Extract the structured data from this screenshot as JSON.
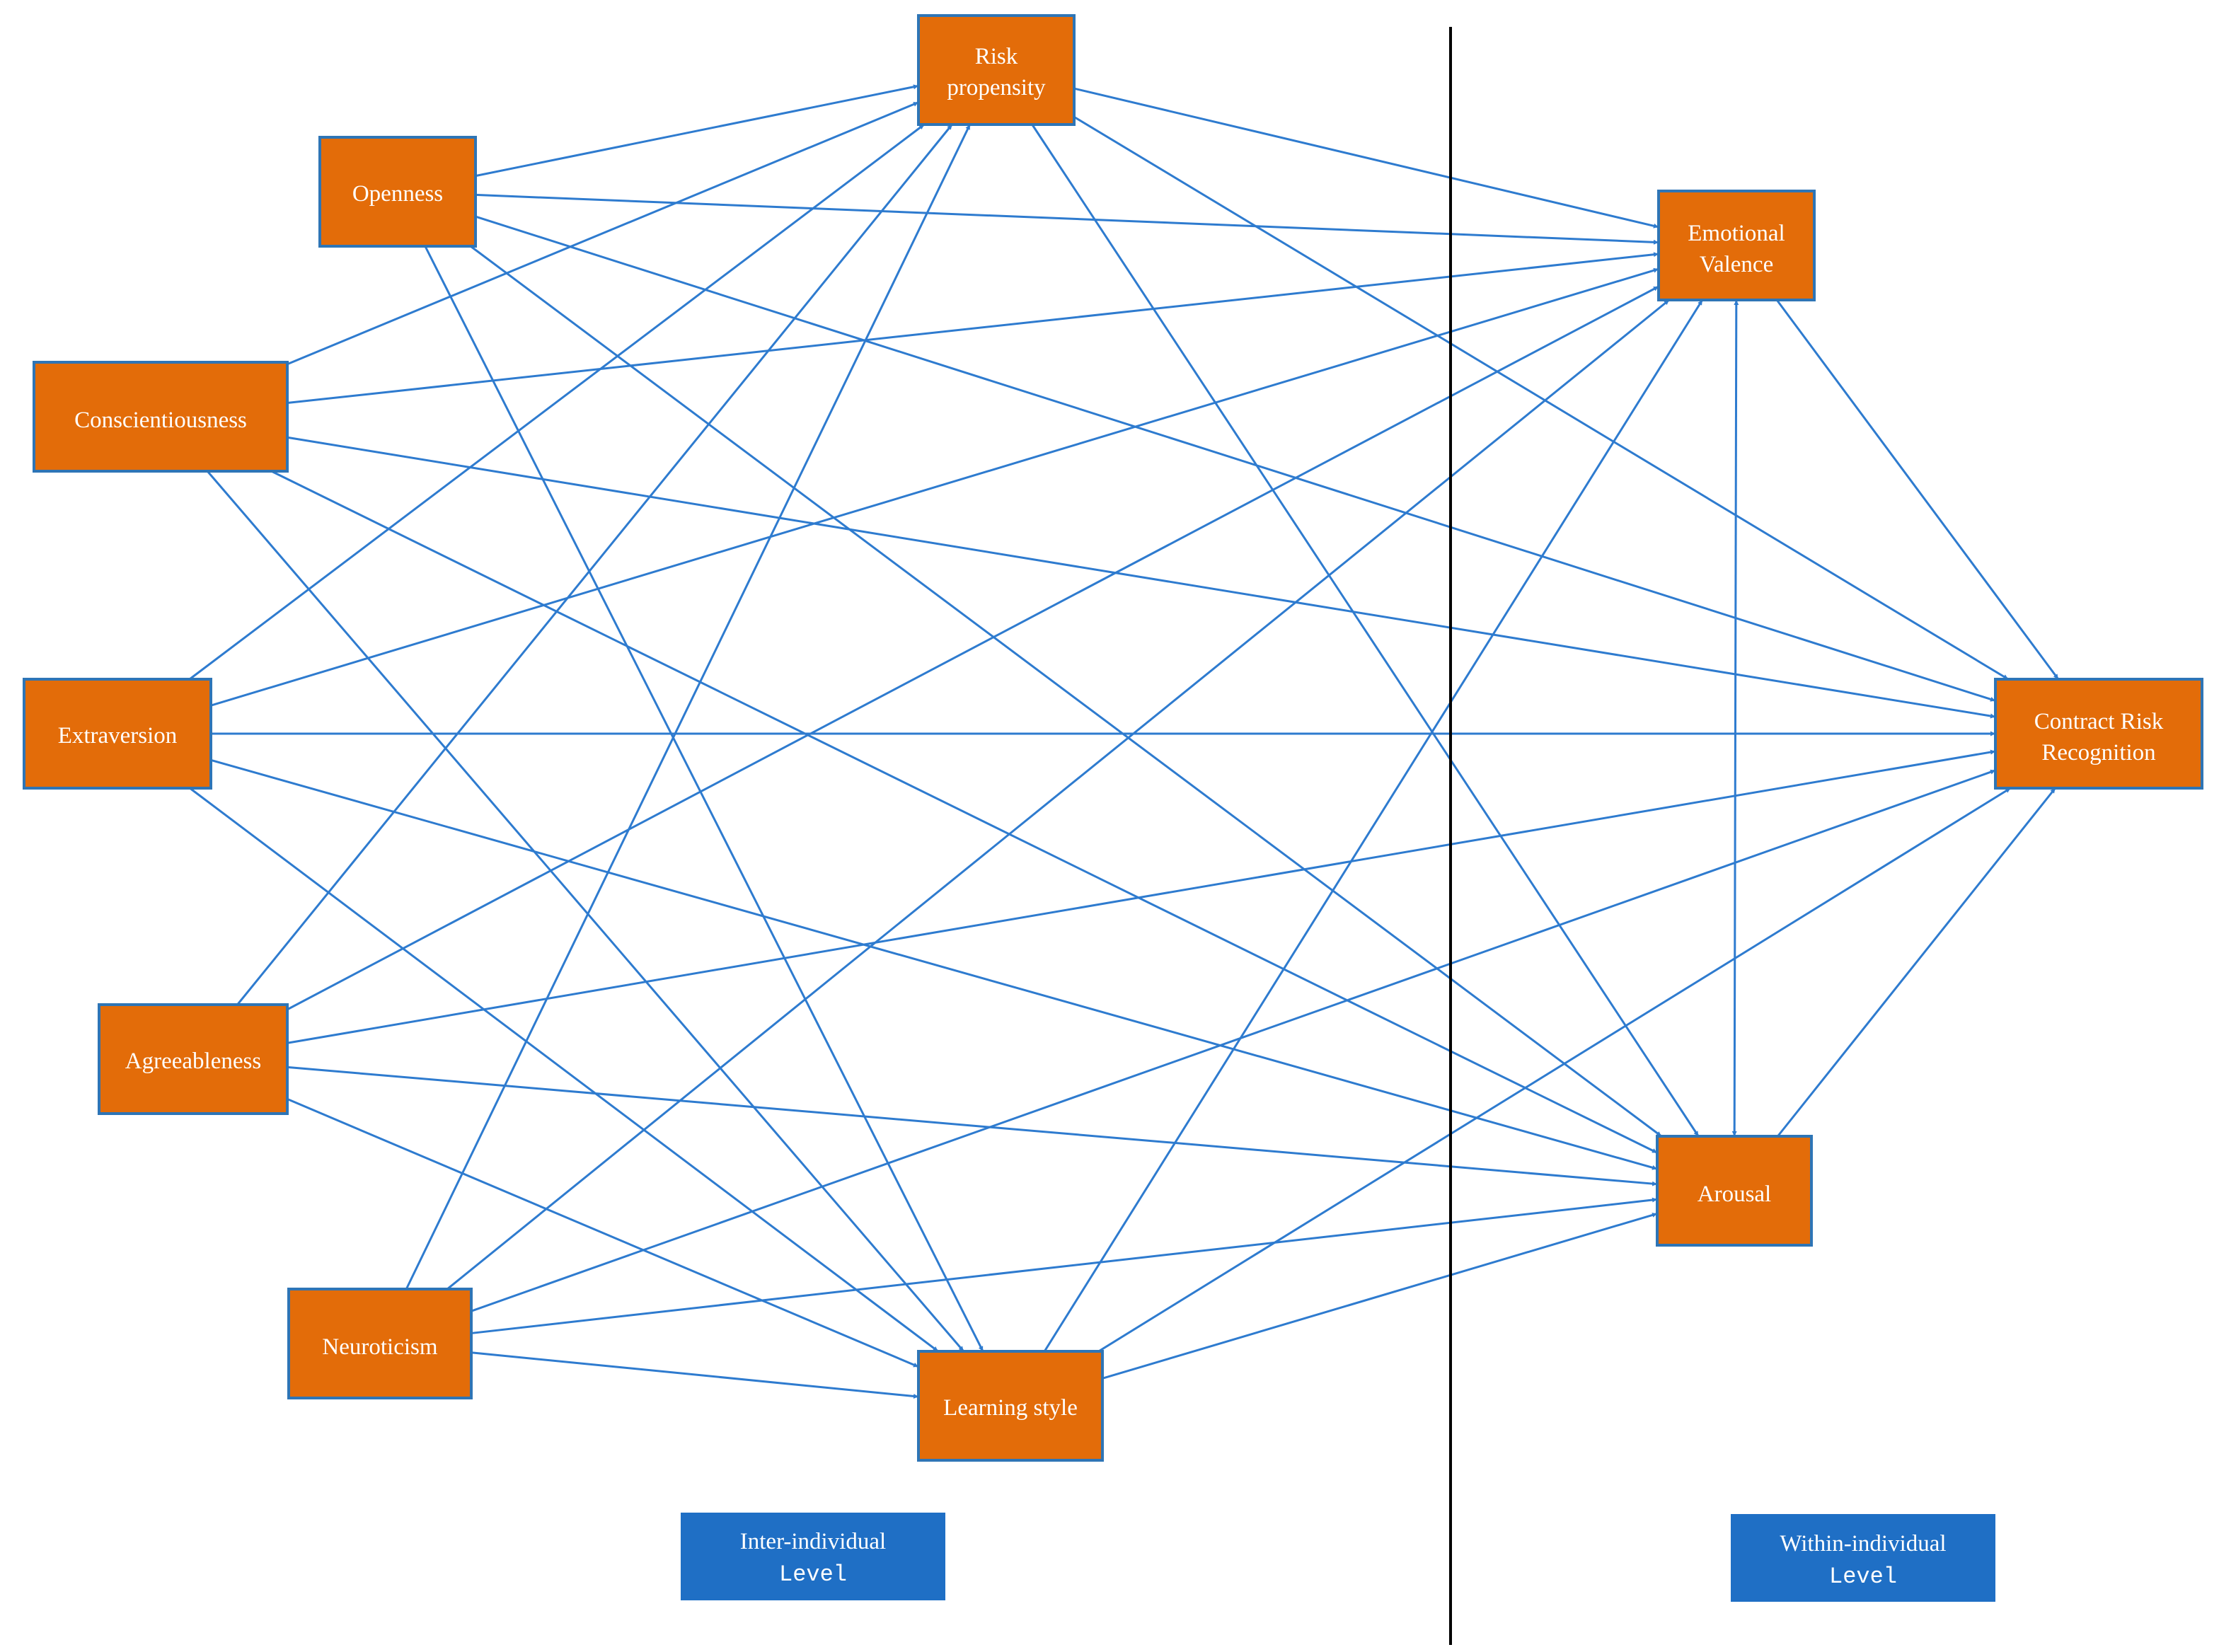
{
  "colors": {
    "node_fill": "#E36C09",
    "node_border": "#2E75B6",
    "arrow": "#2E7BCF",
    "level_fill": "#1F6FC5",
    "divider": "#000000"
  },
  "nodes": {
    "risk": {
      "lines": [
        "Risk",
        "propensity"
      ]
    },
    "openness": {
      "lines": [
        "Openness"
      ]
    },
    "conscientiousness": {
      "lines": [
        "Conscientiousness"
      ]
    },
    "extraversion": {
      "lines": [
        "Extraversion"
      ]
    },
    "agreeableness": {
      "lines": [
        "Agreeableness"
      ]
    },
    "neuroticism": {
      "lines": [
        "Neuroticism"
      ]
    },
    "learning": {
      "lines": [
        "Learning style"
      ]
    },
    "valence": {
      "lines": [
        "Emotional",
        "Valence"
      ]
    },
    "arousal": {
      "lines": [
        "Arousal"
      ]
    },
    "crr": {
      "lines": [
        "Contract Risk",
        "Recognition"
      ]
    }
  },
  "levels": {
    "inter": {
      "line1": "Inter-individual",
      "line2": "Level"
    },
    "within": {
      "line1": "Within-individual",
      "line2": "Level"
    }
  },
  "edges": [
    {
      "from": "openness",
      "to": "risk"
    },
    {
      "from": "openness",
      "to": "valence"
    },
    {
      "from": "openness",
      "to": "crr"
    },
    {
      "from": "openness",
      "to": "arousal"
    },
    {
      "from": "openness",
      "to": "learning"
    },
    {
      "from": "conscientiousness",
      "to": "risk"
    },
    {
      "from": "conscientiousness",
      "to": "valence"
    },
    {
      "from": "conscientiousness",
      "to": "crr"
    },
    {
      "from": "conscientiousness",
      "to": "arousal"
    },
    {
      "from": "conscientiousness",
      "to": "learning"
    },
    {
      "from": "extraversion",
      "to": "risk"
    },
    {
      "from": "extraversion",
      "to": "valence"
    },
    {
      "from": "extraversion",
      "to": "crr"
    },
    {
      "from": "extraversion",
      "to": "arousal"
    },
    {
      "from": "extraversion",
      "to": "learning"
    },
    {
      "from": "agreeableness",
      "to": "risk"
    },
    {
      "from": "agreeableness",
      "to": "valence"
    },
    {
      "from": "agreeableness",
      "to": "crr"
    },
    {
      "from": "agreeableness",
      "to": "arousal"
    },
    {
      "from": "agreeableness",
      "to": "learning"
    },
    {
      "from": "neuroticism",
      "to": "risk"
    },
    {
      "from": "neuroticism",
      "to": "valence"
    },
    {
      "from": "neuroticism",
      "to": "crr"
    },
    {
      "from": "neuroticism",
      "to": "arousal"
    },
    {
      "from": "neuroticism",
      "to": "learning"
    },
    {
      "from": "risk",
      "to": "valence"
    },
    {
      "from": "risk",
      "to": "crr"
    },
    {
      "from": "risk",
      "to": "arousal"
    },
    {
      "from": "learning",
      "to": "valence"
    },
    {
      "from": "learning",
      "to": "crr"
    },
    {
      "from": "learning",
      "to": "arousal"
    },
    {
      "from": "valence",
      "to": "crr"
    },
    {
      "from": "arousal",
      "to": "crr"
    },
    {
      "from": "valence",
      "to": "arousal",
      "bidirectional": true
    }
  ]
}
